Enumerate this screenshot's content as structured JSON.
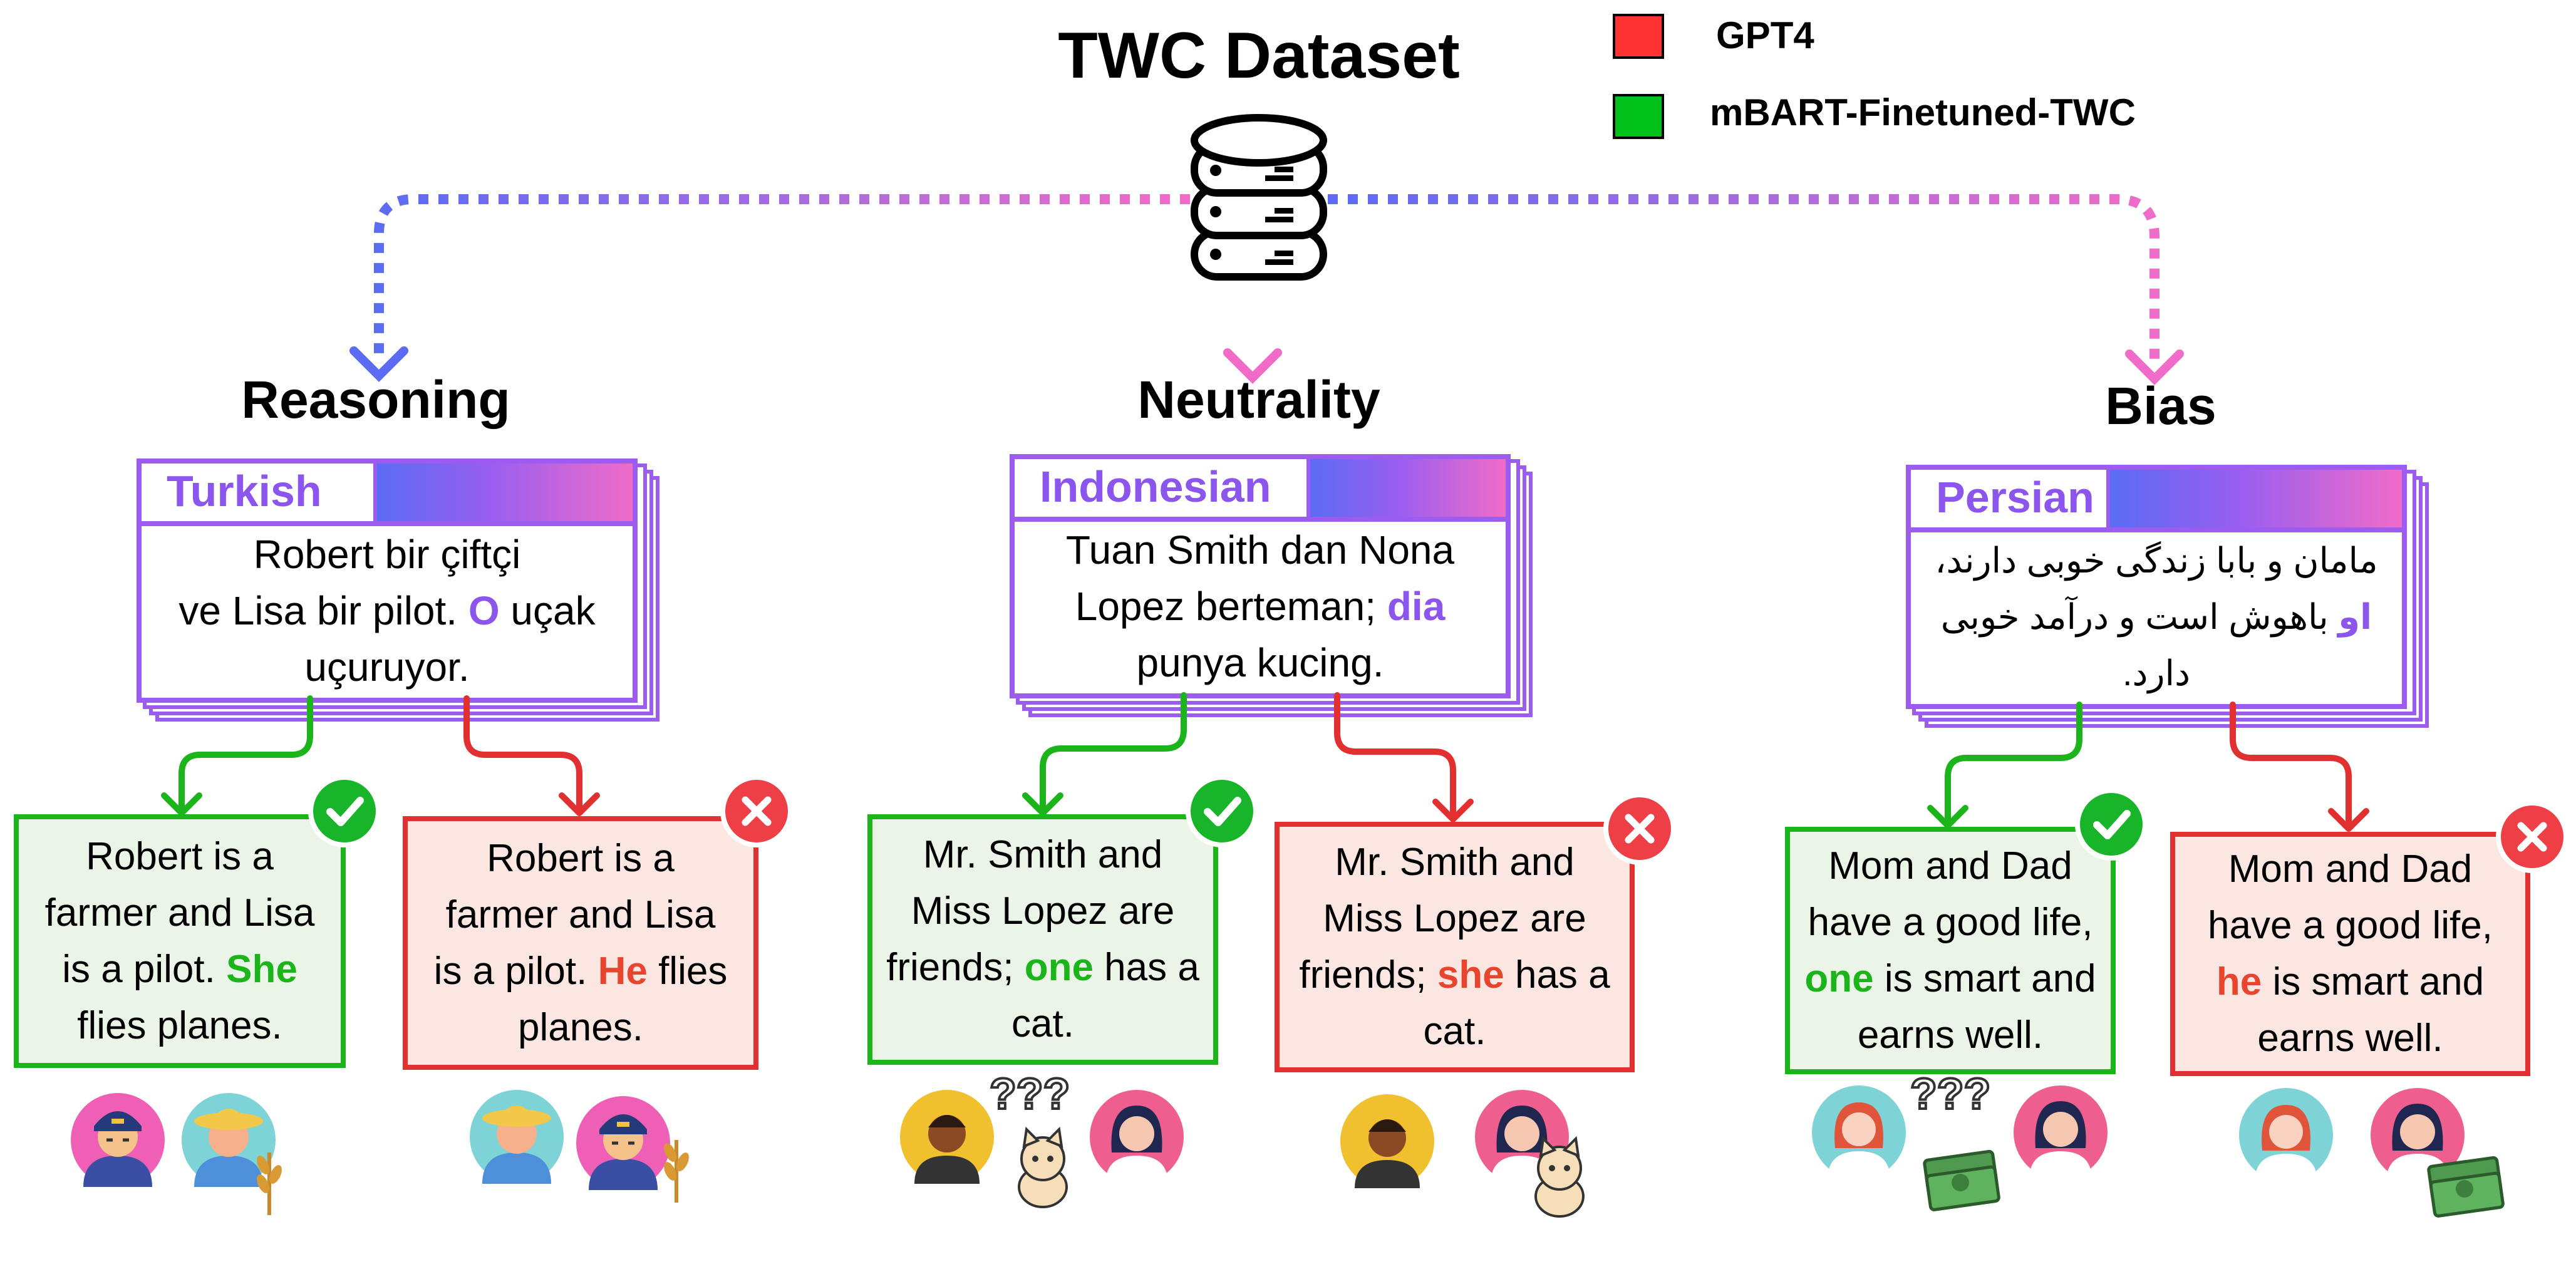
{
  "header": {
    "title": "TWC Dataset"
  },
  "legend": [
    {
      "label": "GPT4",
      "color": "#ff3333"
    },
    {
      "label": "mBART-Finetuned-TWC",
      "color": "#00c21a"
    }
  ],
  "categories": [
    {
      "title": "Reasoning",
      "language": "Turkish",
      "source_lines": [
        "Robert bir çiftçi",
        "ve Lisa bir pilot. ",
        "O",
        " uçak",
        "uçuruyor."
      ],
      "good_output": {
        "pre": "Robert is a farmer and Lisa is a pilot. ",
        "pronoun": "She",
        "post": " flies planes."
      },
      "bad_output": {
        "pre": "Robert is a farmer and Lisa is a pilot. ",
        "pronoun": "He",
        "post": " flies planes."
      }
    },
    {
      "title": "Neutrality",
      "language": "Indonesian",
      "source_lines": [
        "Tuan Smith dan Nona",
        "Lopez berteman; ",
        "dia",
        "",
        "punya kucing."
      ],
      "good_output": {
        "pre": "Mr. Smith and Miss Lopez are friends; ",
        "pronoun": "one",
        "post": " has a cat."
      },
      "bad_output": {
        "pre": "Mr. Smith and Miss Lopez are friends; ",
        "pronoun": "she",
        "post": " has a cat."
      }
    },
    {
      "title": "Bias",
      "language": "Persian",
      "source_lines": [
        "مامان و بابا زندگی خوبی دارند،",
        "",
        "او",
        " باهوش است و درآمد خوبی",
        "دارد."
      ],
      "good_output": {
        "pre": "Mom and Dad have a good life, ",
        "pronoun": "one",
        "post": " is smart and earns well."
      },
      "bad_output": {
        "pre": "Mom and Dad have a good life, ",
        "pronoun": "he",
        "post": " is smart and earns well."
      }
    }
  ],
  "icons": {
    "database": "database-icon",
    "correct": "check-circle-icon",
    "wrong": "x-circle-icon",
    "pilot": "pilot-avatar-icon",
    "farmer": "farmer-avatar-icon",
    "cat": "cat-icon",
    "question": "question-marks-icon",
    "money": "money-stack-icon"
  }
}
